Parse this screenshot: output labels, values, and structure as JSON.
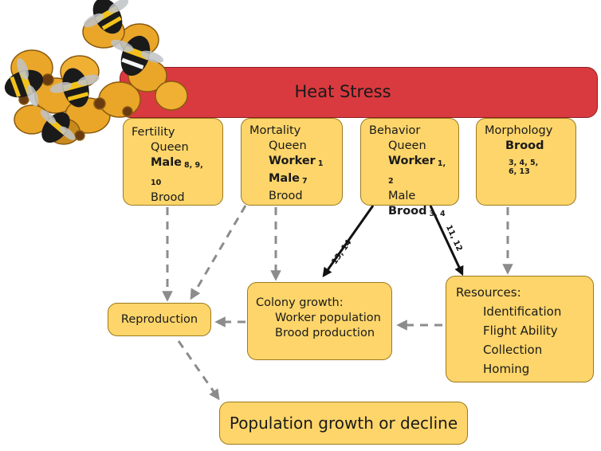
{
  "banner": {
    "title": "Heat Stress"
  },
  "fertility": {
    "title": "Fertility",
    "queen": "Queen",
    "male": "Male",
    "male_refs": "8, 9, 10",
    "brood": "Brood"
  },
  "mortality": {
    "title": "Mortality",
    "queen": "Queen",
    "worker": "Worker",
    "worker_refs": "1",
    "male": "Male",
    "male_refs": "7",
    "brood": "Brood"
  },
  "behavior": {
    "title": "Behavior",
    "queen": "Queen",
    "worker": "Worker",
    "worker_refs": "1, 2",
    "male": "Male",
    "brood": "Brood",
    "brood_refs": "3, 4"
  },
  "morphology": {
    "title": "Morphology",
    "brood": "Brood",
    "brood_refs_line1": "3, 4, 5,",
    "brood_refs_line2": "6, 13"
  },
  "reproduction": {
    "label": "Reproduction"
  },
  "colony_growth": {
    "title": "Colony growth:",
    "worker_population": "Worker population",
    "brood_production": "Brood production"
  },
  "resources": {
    "title": "Resources:",
    "items": [
      "Identification",
      "Flight Ability",
      "Collection",
      "Homing"
    ]
  },
  "population": {
    "label": "Population growth or decline"
  },
  "edges": {
    "behavior_to_colony_refs": "13, 14",
    "behavior_to_resources_refs": "11, 12"
  },
  "colors": {
    "banner": "#d93a3f",
    "box_fill": "#fdd56a",
    "box_border": "#9c7a1f",
    "dashed_arrow": "#8c8c8c",
    "solid_arrow": "#111111",
    "honeycomb": "#e9a628",
    "bee_body": "#1a1a1a",
    "bee_band": "#f3c21a"
  }
}
